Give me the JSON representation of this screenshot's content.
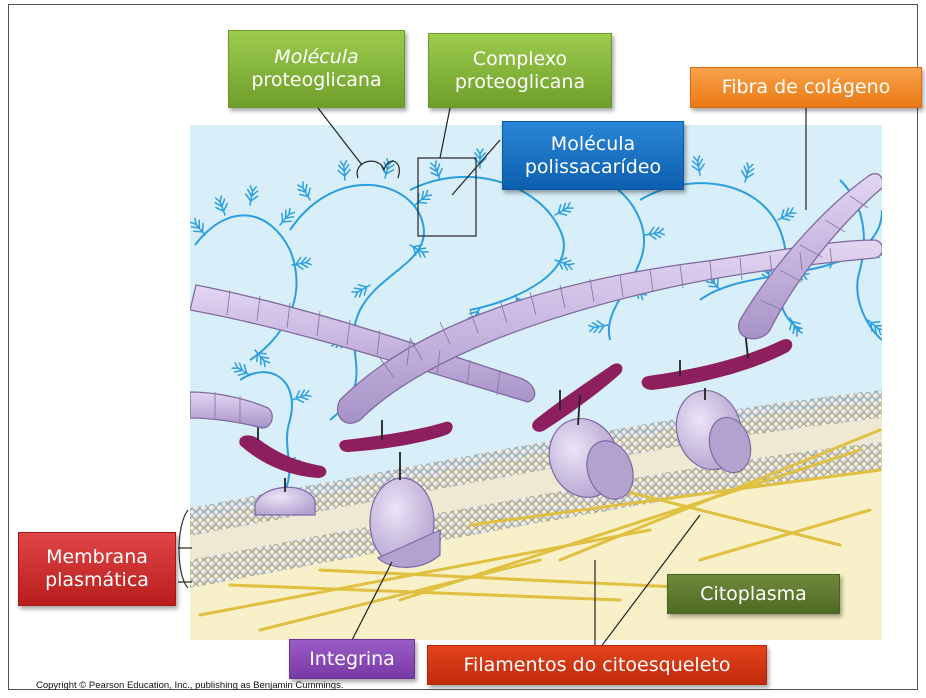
{
  "labels": {
    "proteoglycan_molecule": [
      "Molécula",
      "proteoglicana"
    ],
    "proteoglycan_complex": [
      "Complexo",
      "proteoglicana"
    ],
    "polysaccharide_molecule": [
      "Molécula",
      "polissacarídeo"
    ],
    "collagen_fiber": "Fibra de colágeno",
    "plasma_membrane": [
      "Membrana",
      "plasmática"
    ],
    "cytoplasm": "Citoplasma",
    "integrin": "Integrina",
    "cytoskeleton_filaments": "Filamentos do citoesqueleto"
  },
  "copyright": "Copyright © Pearson Education, Inc., publishing as Benjamin Cummings.",
  "colors": {
    "ecm_background": "#d8eef8",
    "cytoplasm": "#f7f0c8",
    "collagen": "#c9b8e0",
    "integrin": "#cfc3e6",
    "proteoglycan": "#2a9fe0",
    "linker_protein": "#8e1f5e",
    "filament": "#e0c040",
    "phospholipid_head": "#f4f4f4"
  },
  "icons": [
    "proteoglycan-icon",
    "collagen-fiber-icon",
    "integrin-icon",
    "phospholipid-icon",
    "filament-icon"
  ]
}
